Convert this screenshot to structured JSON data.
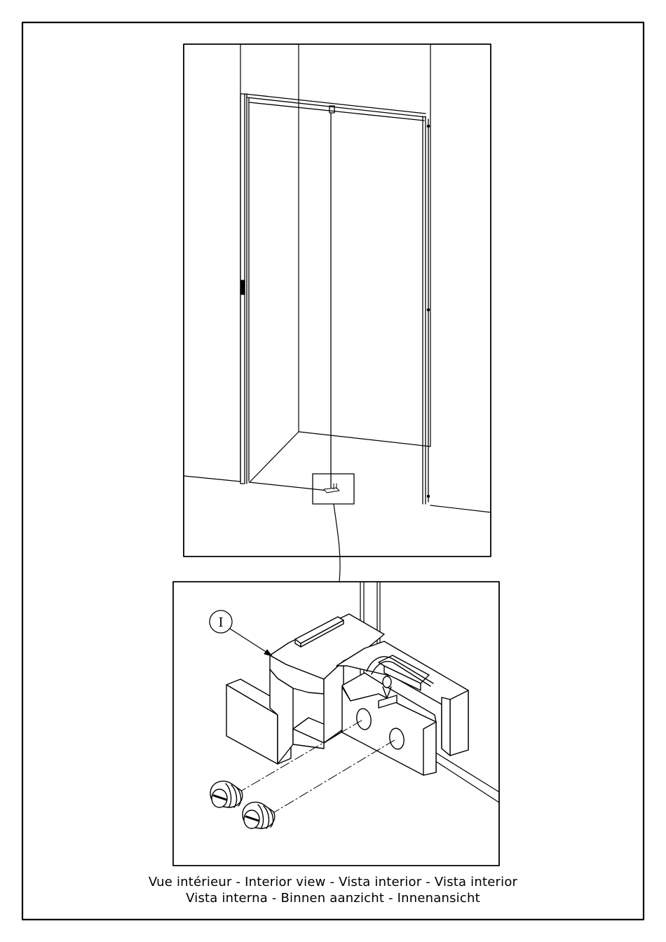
{
  "callout": {
    "label": "I"
  },
  "caption": {
    "line1": "Vue intérieur - Interior view - Vista interior - Vista interior",
    "line2": "Vista interna - Binnen aanzicht - Innenansicht"
  },
  "colors": {
    "ink": "#000000",
    "paper": "#ffffff",
    "shade": "#d9d9d9"
  }
}
